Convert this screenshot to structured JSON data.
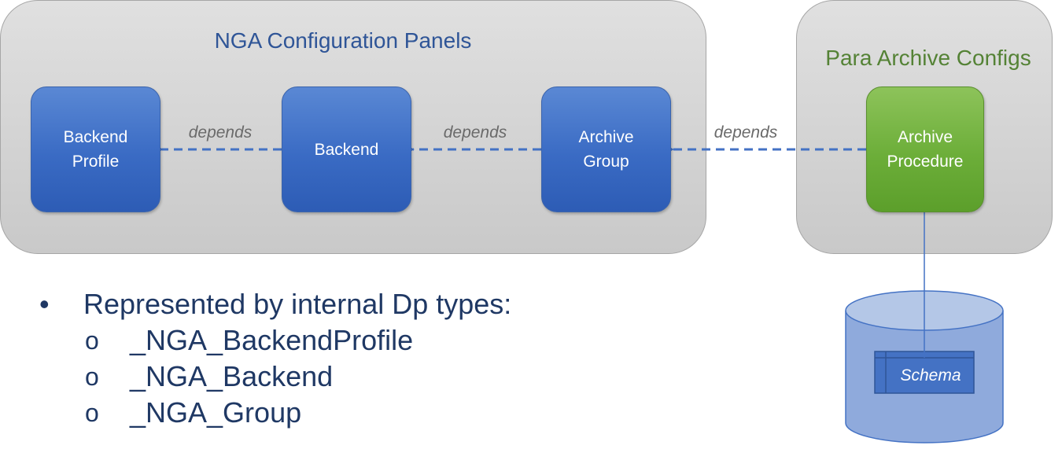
{
  "nga_panel": {
    "title": "NGA Configuration Panels",
    "nodes": {
      "backend_profile": "Backend\nProfile",
      "backend": "Backend",
      "archive_group": "Archive\nGroup"
    }
  },
  "para_panel": {
    "title": "Para Archive Configs",
    "nodes": {
      "archive_procedure": "Archive\nProcedure"
    }
  },
  "edges": [
    {
      "from": "Backend",
      "to": "Backend Profile",
      "label": "depends"
    },
    {
      "from": "Archive Group",
      "to": "Backend",
      "label": "depends"
    },
    {
      "from": "Archive Procedure",
      "to": "Archive Group",
      "label": "depends"
    }
  ],
  "database": {
    "table_label": "Schema"
  },
  "bullets": {
    "marker": "•",
    "sub_marker": "o",
    "main": "Represented by internal Dp types:",
    "sub_items": [
      "_NGA_BackendProfile",
      "_NGA_Backend",
      "_NGA_Group"
    ]
  },
  "colors": {
    "blue_node": "#3a6bc4",
    "green_node": "#6cae39",
    "nga_title": "#2f5597",
    "para_title": "#548235",
    "edge": "#4472c4",
    "database": "#8faadc",
    "text_dark": "#1f3864"
  }
}
